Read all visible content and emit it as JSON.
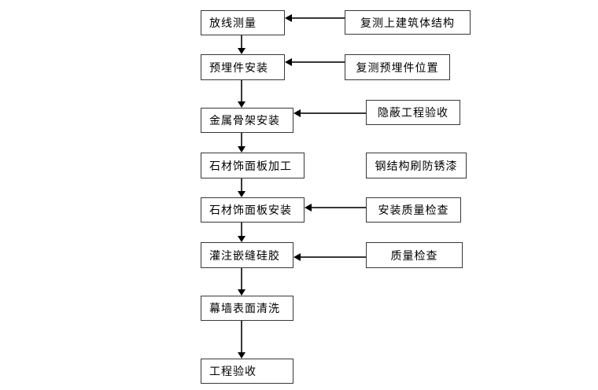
{
  "flowchart": {
    "background_color": "#ffffff",
    "line_color": "#383838",
    "arrow_color": "#000000",
    "text_color": "#000000",
    "main_steps": [
      {
        "label": "放线测量"
      },
      {
        "label": "预埋件安装"
      },
      {
        "label": "金属骨架安装"
      },
      {
        "label": "石材饰面板加工"
      },
      {
        "label": "石材饰面板安装"
      },
      {
        "label": "灌注嵌缝硅胶"
      },
      {
        "label": "幕墙表面清洗"
      },
      {
        "label": "工程验收"
      }
    ],
    "side_steps": [
      {
        "label": "复测上建筑体结构",
        "points_to": "放线测量"
      },
      {
        "label": "复测预埋件位置",
        "points_to": "预埋件安装"
      },
      {
        "label": "隐蔽工程验收",
        "points_to": "金属骨架安装"
      },
      {
        "label": "钢结构刷防锈漆",
        "points_to": null
      },
      {
        "label": "安装质量检查",
        "points_to": "石材饰面板安装"
      },
      {
        "label": "质量检查",
        "points_to": "灌注嵌缝硅胶"
      }
    ]
  }
}
